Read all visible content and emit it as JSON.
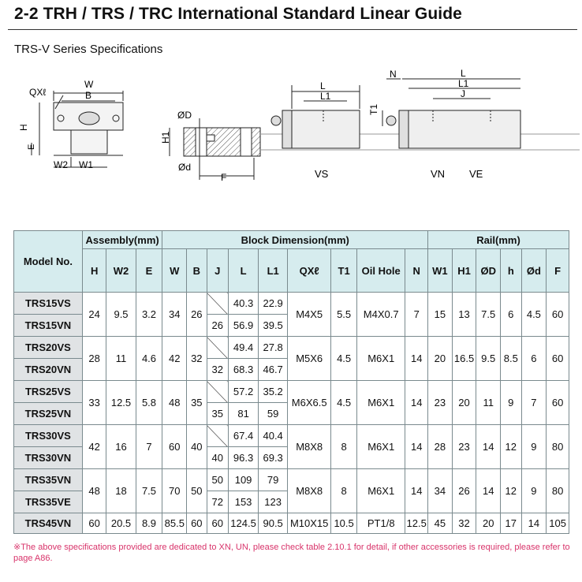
{
  "page": {
    "title": "2-2 TRH / TRS / TRC International Standard Linear Guide",
    "subtitle": "TRS-V Series Specifications"
  },
  "figure": {
    "labels": {
      "qx": "QXℓ",
      "w": "W",
      "b": "B",
      "h": "H",
      "e": "E",
      "w2": "W2",
      "w1": "W1",
      "od_upper": "ØD",
      "h1": "H1",
      "od_lower": "Ød",
      "f": "F",
      "l_vs": "L",
      "l1_vs": "L1",
      "t1": "T1",
      "vs": "VS",
      "n": "N",
      "l_vn": "L",
      "l1_vn": "L1",
      "j": "J",
      "vn": "VN",
      "ve": "VE"
    }
  },
  "table": {
    "groups": {
      "model": "Model No.",
      "assembly": "Assembly(mm)",
      "block": "Block Dimension(mm)",
      "rail": "Rail(mm)"
    },
    "columns": [
      "H",
      "W2",
      "E",
      "W",
      "B",
      "J",
      "L",
      "L1",
      "QXℓ",
      "T1",
      "Oil Hole",
      "N",
      "W1",
      "H1",
      "ØD",
      "h",
      "Ød",
      "F"
    ],
    "rows": [
      {
        "models": [
          "TRS15VS",
          "TRS15VN"
        ],
        "H": "24",
        "W2": "9.5",
        "E": "3.2",
        "W": "34",
        "B": "26",
        "J": [
          "",
          "26"
        ],
        "L": [
          "40.3",
          "56.9"
        ],
        "L1": [
          "22.9",
          "39.5"
        ],
        "QX": "M4X5",
        "T1": "5.5",
        "oil": "M4X0.7",
        "N": "7",
        "W1": "15",
        "H1": "13",
        "OD": "7.5",
        "h": "6",
        "Od": "4.5",
        "F": "60"
      },
      {
        "models": [
          "TRS20VS",
          "TRS20VN"
        ],
        "H": "28",
        "W2": "11",
        "E": "4.6",
        "W": "42",
        "B": "32",
        "J": [
          "",
          "32"
        ],
        "L": [
          "49.4",
          "68.3"
        ],
        "L1": [
          "27.8",
          "46.7"
        ],
        "QX": "M5X6",
        "T1": "4.5",
        "oil": "M6X1",
        "N": "14",
        "W1": "20",
        "H1": "16.5",
        "OD": "9.5",
        "h": "8.5",
        "Od": "6",
        "F": "60"
      },
      {
        "models": [
          "TRS25VS",
          "TRS25VN"
        ],
        "H": "33",
        "W2": "12.5",
        "E": "5.8",
        "W": "48",
        "B": "35",
        "J": [
          "",
          "35"
        ],
        "L": [
          "57.2",
          "81"
        ],
        "L1": [
          "35.2",
          "59"
        ],
        "QX": "M6X6.5",
        "T1": "4.5",
        "oil": "M6X1",
        "N": "14",
        "W1": "23",
        "H1": "20",
        "OD": "11",
        "h": "9",
        "Od": "7",
        "F": "60"
      },
      {
        "models": [
          "TRS30VS",
          "TRS30VN"
        ],
        "H": "42",
        "W2": "16",
        "E": "7",
        "W": "60",
        "B": "40",
        "J": [
          "",
          "40"
        ],
        "L": [
          "67.4",
          "96.3"
        ],
        "L1": [
          "40.4",
          "69.3"
        ],
        "QX": "M8X8",
        "T1": "8",
        "oil": "M6X1",
        "N": "14",
        "W1": "28",
        "H1": "23",
        "OD": "14",
        "h": "12",
        "Od": "9",
        "F": "80"
      },
      {
        "models": [
          "TRS35VN",
          "TRS35VE"
        ],
        "H": "48",
        "W2": "18",
        "E": "7.5",
        "W": "70",
        "B": "50",
        "J": [
          "50",
          "72"
        ],
        "L": [
          "109",
          "153"
        ],
        "L1": [
          "79",
          "123"
        ],
        "QX": "M8X8",
        "T1": "8",
        "oil": "M6X1",
        "N": "14",
        "W1": "34",
        "H1": "26",
        "OD": "14",
        "h": "12",
        "Od": "9",
        "F": "80"
      }
    ],
    "last_row": {
      "model": "TRS45VN",
      "H": "60",
      "W2": "20.5",
      "E": "8.9",
      "W": "85.5",
      "B": "60",
      "J": "60",
      "L": "124.5",
      "L1": "90.5",
      "QX": "M10X15",
      "T1": "10.5",
      "oil": "PT1/8",
      "N": "12.5",
      "W1": "45",
      "H1": "32",
      "OD": "20",
      "h": "17",
      "Od": "14",
      "F": "105"
    }
  },
  "footnote": "※The above specifications provided are dedicated to XN, UN, please check table 2.10.1 for detail, if other accessories is required, please refer to page A86."
}
